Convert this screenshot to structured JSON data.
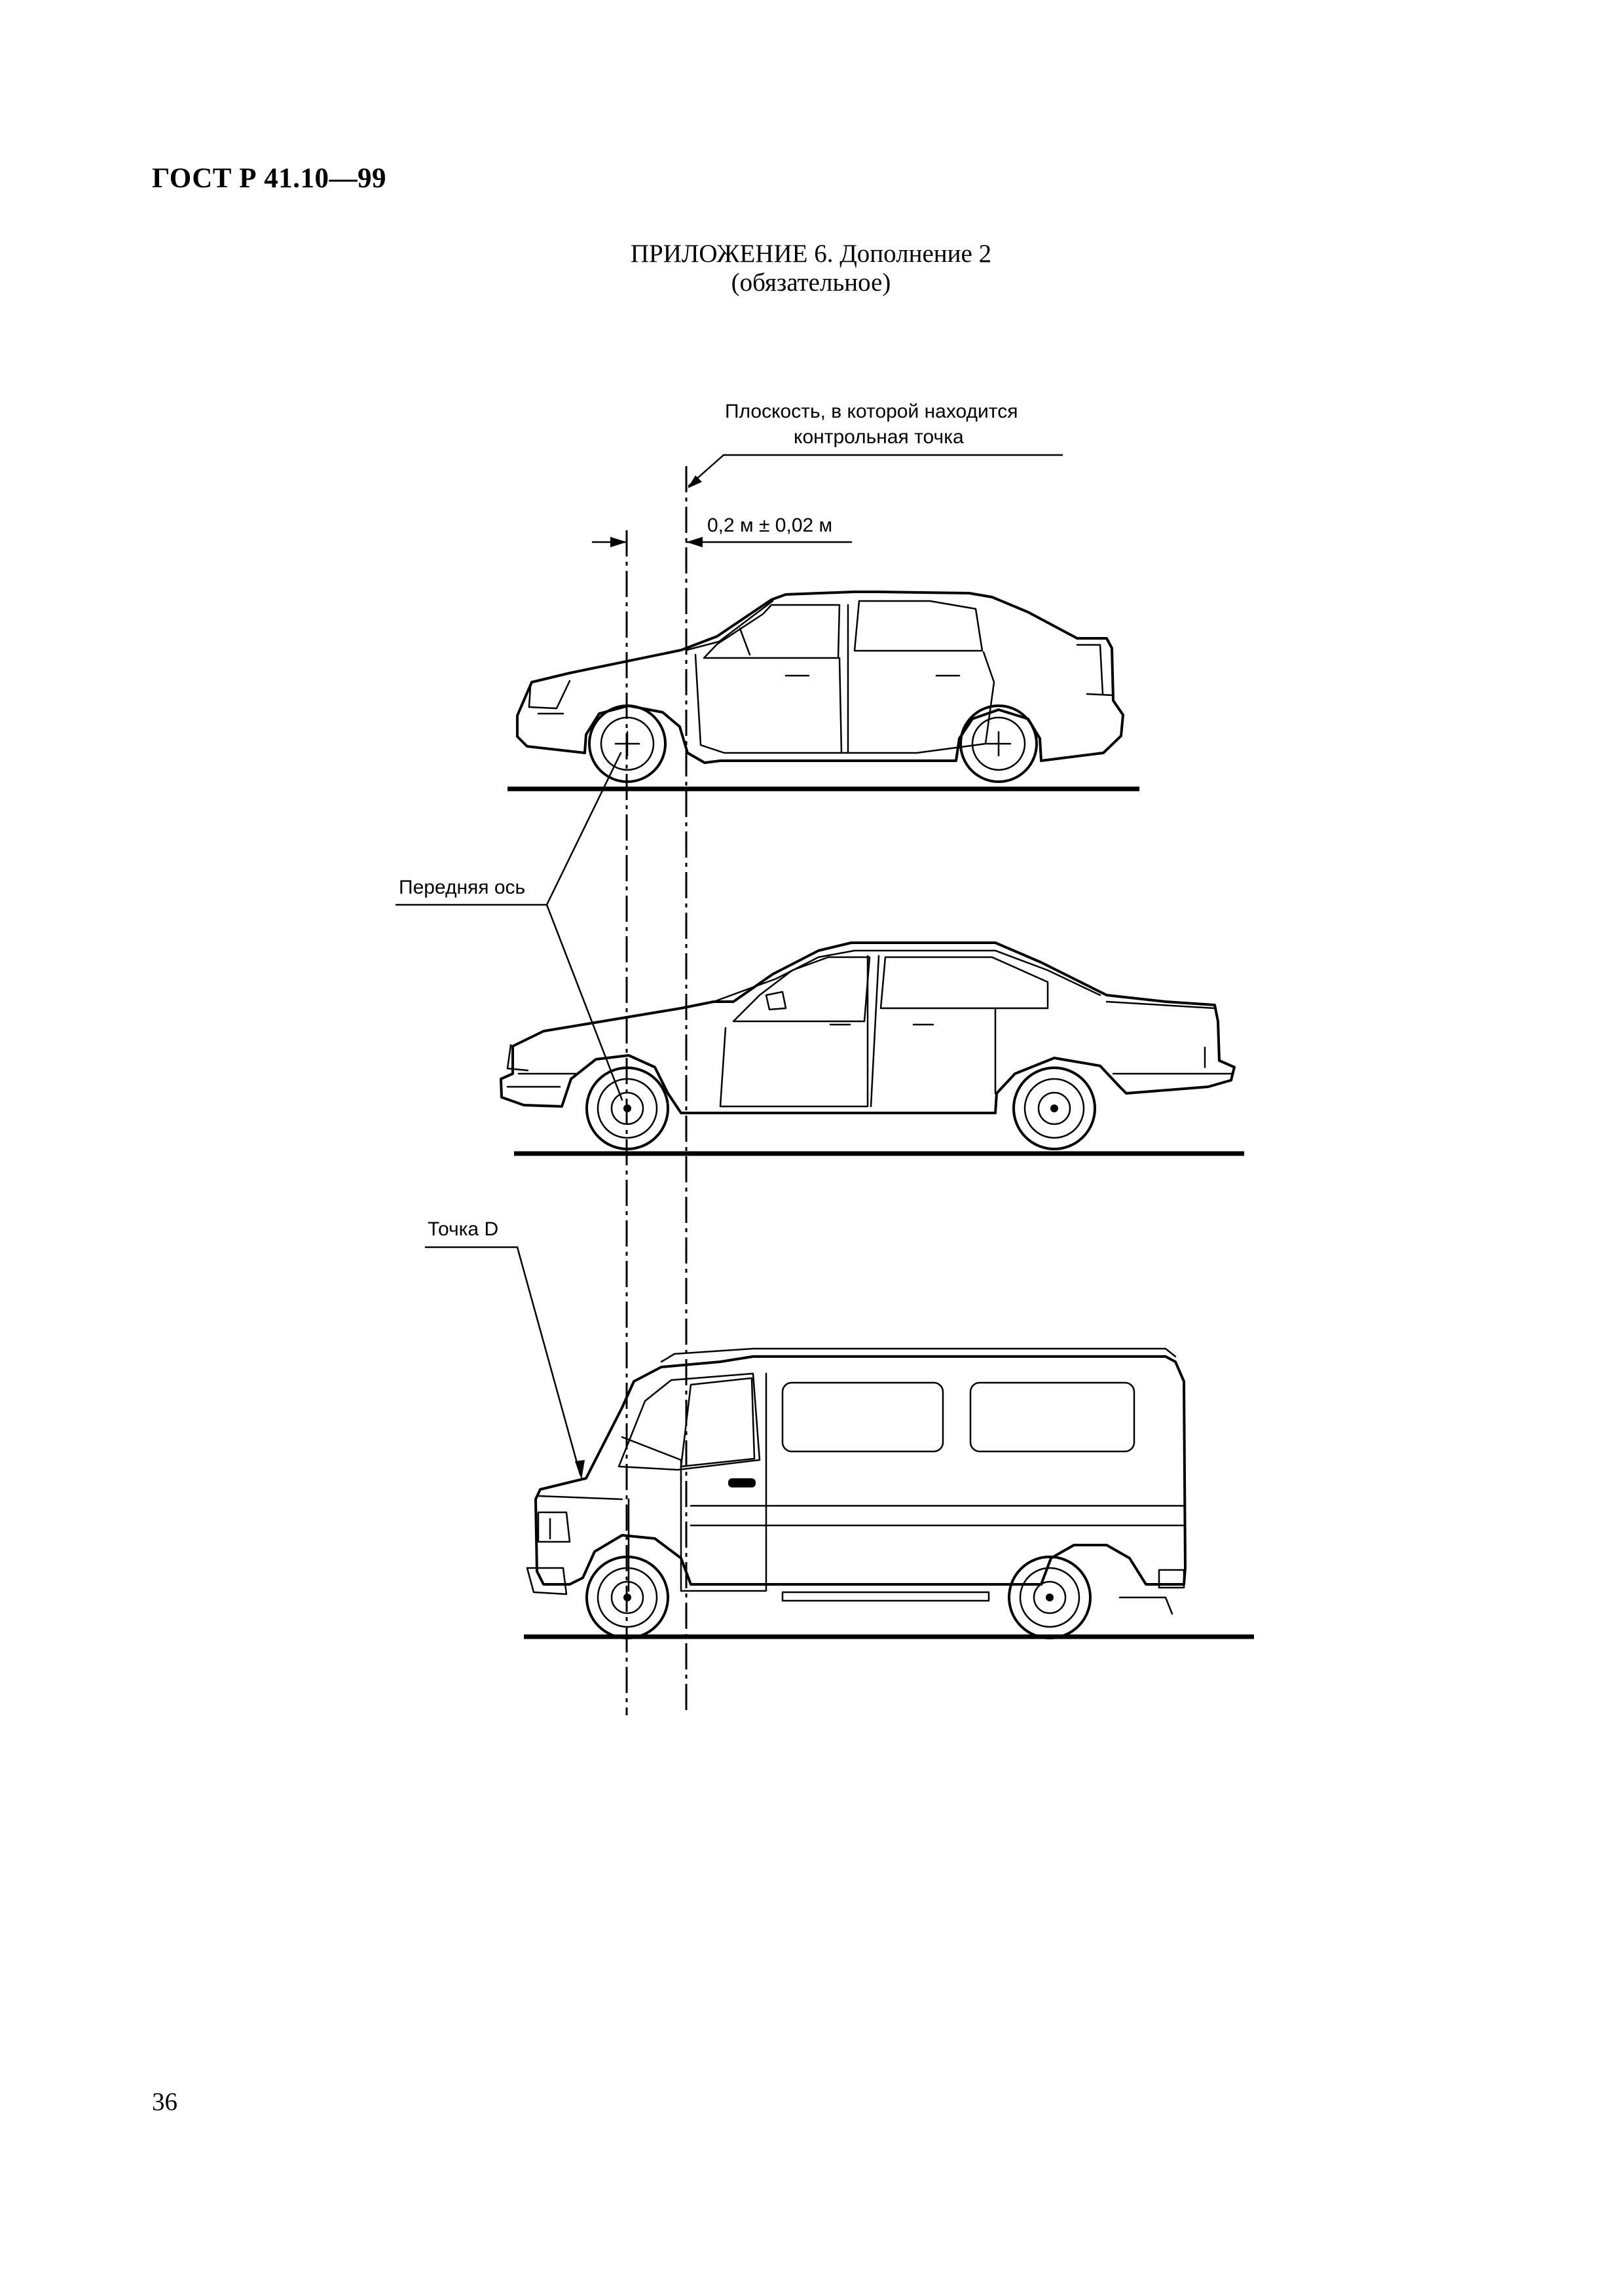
{
  "header": {
    "standard_code": "ГОСТ Р 41.10—99"
  },
  "appendix": {
    "title_line1": "ПРИЛОЖЕНИЕ 6. Дополнение 2",
    "title_line2": "(обязательное)"
  },
  "figure": {
    "label_plane_line1": "Плоскость, в которой находится",
    "label_plane_line2": "контрольная точка",
    "label_dimension": "0,2 м ± 0,02 м",
    "label_front_axle": "Передняя ось",
    "label_point_d": "Точка D"
  },
  "footer": {
    "page_number": "36"
  }
}
